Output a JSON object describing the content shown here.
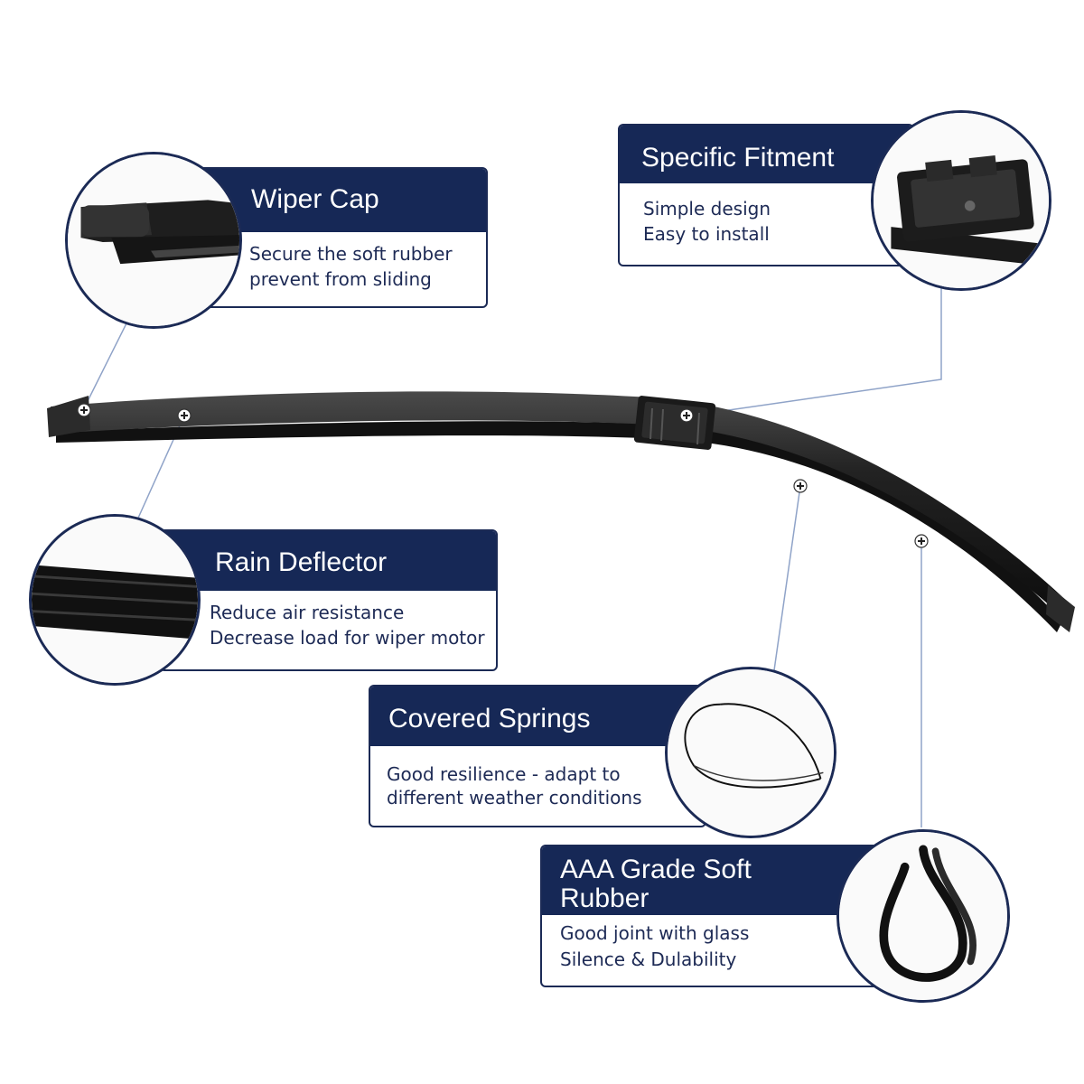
{
  "colors": {
    "navy": "#162856",
    "leader_line": "#8fa3c8",
    "blade": "#1a1a1a"
  },
  "features": {
    "wiper_cap": {
      "title": "Wiper Cap",
      "lines": [
        "Secure the soft rubber",
        "prevent from sliding"
      ],
      "icon": "wiper-cap-closeup-icon"
    },
    "specific_fitment": {
      "title": "Specific Fitment",
      "lines": [
        "Simple design",
        "Easy to install"
      ],
      "icon": "connector-adapter-icon"
    },
    "rain_deflector": {
      "title": "Rain Deflector",
      "lines": [
        "Reduce air resistance",
        "Decrease load for wiper motor"
      ],
      "icon": "spoiler-profile-icon"
    },
    "covered_springs": {
      "title": "Covered Springs",
      "lines": [
        "Good resilience - adapt to",
        "different weather conditions"
      ],
      "icon": "spring-steel-coil-icon"
    },
    "soft_rubber": {
      "title_lines": [
        "AAA Grade Soft",
        "Rubber"
      ],
      "lines": [
        "Good joint with glass",
        "Silence & Dulability"
      ],
      "icon": "rubber-refill-coil-icon"
    }
  }
}
